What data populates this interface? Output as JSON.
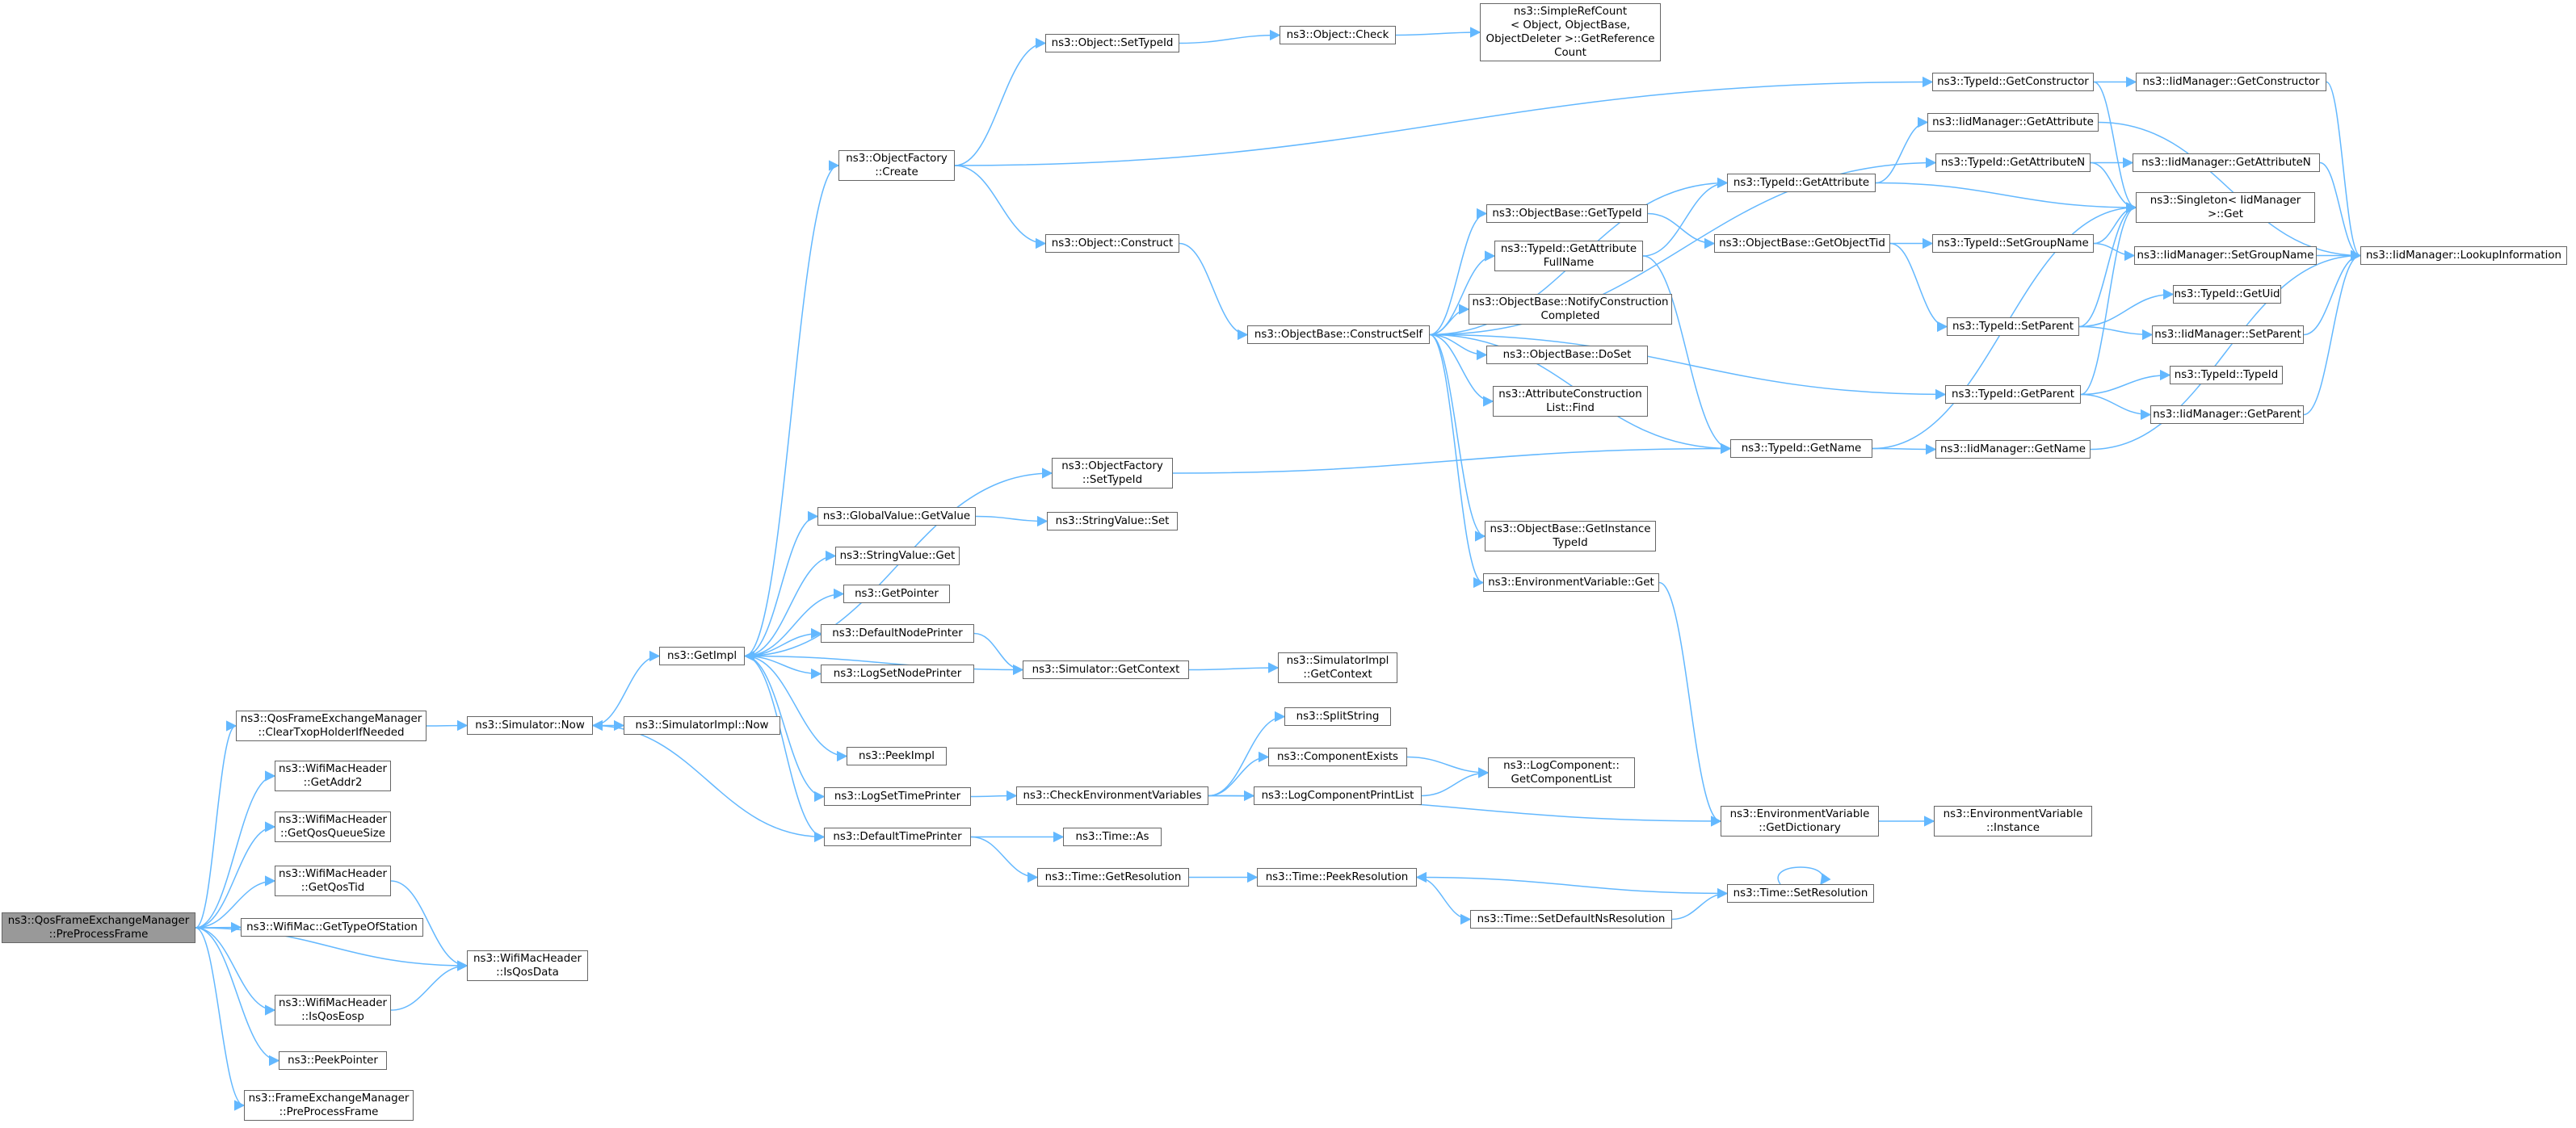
{
  "colors": {
    "edge": "#63b8ff",
    "node_border": "#666666",
    "node_fill": "#ffffff",
    "root_fill": "#999999"
  },
  "nodes": {
    "root": [
      "ns3::QosFrameExchangeManager",
      "::PreProcessFrame"
    ],
    "clearTxop": [
      "ns3::QosFrameExchangeManager",
      "::ClearTxopHolderIfNeeded"
    ],
    "getAddr2": [
      "ns3::WifiMacHeader",
      "::GetAddr2"
    ],
    "getQosQueueSize": [
      "ns3::WifiMacHeader",
      "::GetQosQueueSize"
    ],
    "getQosTid": [
      "ns3::WifiMacHeader",
      "::GetQosTid"
    ],
    "getTypeOfStation": [
      "ns3::WifiMac::GetTypeOfStation"
    ],
    "isQosEosp": [
      "ns3::WifiMacHeader",
      "::IsQosEosp"
    ],
    "peekPointer": [
      "ns3::PeekPointer"
    ],
    "femPreProcess": [
      "ns3::FrameExchangeManager",
      "::PreProcessFrame"
    ],
    "isQosData": [
      "ns3::WifiMacHeader",
      "::IsQosData"
    ],
    "simNow": [
      "ns3::Simulator::Now"
    ],
    "getImpl": [
      "ns3::GetImpl"
    ],
    "simImplNow": [
      "ns3::SimulatorImpl::Now"
    ],
    "objFactoryCreate": [
      "ns3::ObjectFactory",
      "::Create"
    ],
    "objSetTypeId": [
      "ns3::Object::SetTypeId"
    ],
    "objCheck": [
      "ns3::Object::Check"
    ],
    "simpleRefCount": [
      "ns3::SimpleRefCount",
      "< Object, ObjectBase,",
      " ObjectDeleter >::GetReference",
      "Count"
    ],
    "objConstruct": [
      "ns3::Object::Construct"
    ],
    "constructSelf": [
      "ns3::ObjectBase::ConstructSelf"
    ],
    "objFactorySetTypeId": [
      "ns3::ObjectFactory",
      "::SetTypeId"
    ],
    "globalGetValue": [
      "ns3::GlobalValue::GetValue"
    ],
    "stringValueSet": [
      "ns3::StringValue::Set"
    ],
    "stringValueGet": [
      "ns3::StringValue::Get"
    ],
    "getPointer": [
      "ns3::GetPointer"
    ],
    "defaultNodePrinter": [
      "ns3::DefaultNodePrinter"
    ],
    "logSetNodePrinter": [
      "ns3::LogSetNodePrinter"
    ],
    "simGetContext": [
      "ns3::Simulator::GetContext"
    ],
    "simImplGetContext": [
      "ns3::SimulatorImpl",
      "::GetContext"
    ],
    "peekImpl": [
      "ns3::PeekImpl"
    ],
    "logSetTimePrinter": [
      "ns3::LogSetTimePrinter"
    ],
    "checkEnvVars": [
      "ns3::CheckEnvironmentVariables"
    ],
    "defaultTimePrinter": [
      "ns3::DefaultTimePrinter"
    ],
    "splitString": [
      "ns3::SplitString"
    ],
    "componentExists": [
      "ns3::ComponentExists"
    ],
    "logComponentPrintList": [
      "ns3::LogComponentPrintList"
    ],
    "getComponentList": [
      "ns3::LogComponent::",
      "GetComponentList"
    ],
    "timeAs": [
      "ns3::Time::As"
    ],
    "timeGetResolution": [
      "ns3::Time::GetResolution"
    ],
    "timePeekResolution": [
      "ns3::Time::PeekResolution"
    ],
    "setDefaultNsRes": [
      "ns3::Time::SetDefaultNsResolution"
    ],
    "timeSetResolution": [
      "ns3::Time::SetResolution"
    ],
    "envGetDictionary": [
      "ns3::EnvironmentVariable",
      "::GetDictionary"
    ],
    "envInstance": [
      "ns3::EnvironmentVariable",
      "::Instance"
    ],
    "objBaseGetTypeId": [
      "ns3::ObjectBase::GetTypeId"
    ],
    "typeIdGetAttrFullName": [
      "ns3::TypeId::GetAttribute",
      "FullName"
    ],
    "notifyConstruction": [
      "ns3::ObjectBase::NotifyConstruction",
      "Completed"
    ],
    "objBaseDoSet": [
      "ns3::ObjectBase::DoSet"
    ],
    "attrConstructionFind": [
      "ns3::AttributeConstruction",
      "List::Find"
    ],
    "getInstanceTypeId": [
      "ns3::ObjectBase::GetInstance",
      "TypeId"
    ],
    "envGet": [
      "ns3::EnvironmentVariable::Get"
    ],
    "typeIdGetAttribute": [
      "ns3::TypeId::GetAttribute"
    ],
    "getObjectTid": [
      "ns3::ObjectBase::GetObjectTid"
    ],
    "typeIdGetName": [
      "ns3::TypeId::GetName"
    ],
    "typeIdGetConstructor": [
      "ns3::TypeId::GetConstructor"
    ],
    "iidGetConstructor": [
      "ns3::IidManager::GetConstructor"
    ],
    "iidGetAttribute": [
      "ns3::IidManager::GetAttribute"
    ],
    "typeIdGetAttributeN": [
      "ns3::TypeId::GetAttributeN"
    ],
    "iidGetAttributeN": [
      "ns3::IidManager::GetAttributeN"
    ],
    "singletonGet": [
      "ns3::Singleton< IidManager",
      " >::Get"
    ],
    "typeIdSetGroupName": [
      "ns3::TypeId::SetGroupName"
    ],
    "iidSetGroupName": [
      "ns3::IidManager::SetGroupName"
    ],
    "lookupInformation": [
      "ns3::IidManager::LookupInformation"
    ],
    "typeIdGetUid": [
      "ns3::TypeId::GetUid"
    ],
    "typeIdSetParent": [
      "ns3::TypeId::SetParent"
    ],
    "iidSetParent": [
      "ns3::IidManager::SetParent"
    ],
    "typeIdTypeId": [
      "ns3::TypeId::TypeId"
    ],
    "typeIdGetParent": [
      "ns3::TypeId::GetParent"
    ],
    "iidGetParent": [
      "ns3::IidManager::GetParent"
    ],
    "iidGetName": [
      "ns3::IidManager::GetName"
    ]
  },
  "edges": [
    [
      "root",
      "clearTxop"
    ],
    [
      "root",
      "getAddr2"
    ],
    [
      "root",
      "getQosQueueSize"
    ],
    [
      "root",
      "getQosTid"
    ],
    [
      "root",
      "getTypeOfStation"
    ],
    [
      "root",
      "isQosData"
    ],
    [
      "root",
      "isQosEosp"
    ],
    [
      "root",
      "peekPointer"
    ],
    [
      "root",
      "femPreProcess"
    ],
    [
      "clearTxop",
      "simNow"
    ],
    [
      "getQosTid",
      "isQosData"
    ],
    [
      "isQosEosp",
      "isQosData"
    ],
    [
      "simNow",
      "getImpl"
    ],
    [
      "simNow",
      "simImplNow"
    ],
    [
      "getImpl",
      "objFactoryCreate"
    ],
    [
      "getImpl",
      "objFactorySetTypeId"
    ],
    [
      "getImpl",
      "globalGetValue"
    ],
    [
      "getImpl",
      "stringValueGet"
    ],
    [
      "getImpl",
      "getPointer"
    ],
    [
      "getImpl",
      "defaultNodePrinter"
    ],
    [
      "getImpl",
      "logSetNodePrinter"
    ],
    [
      "getImpl",
      "peekImpl"
    ],
    [
      "getImpl",
      "logSetTimePrinter"
    ],
    [
      "getImpl",
      "defaultTimePrinter"
    ],
    [
      "simGetContext",
      "getImpl"
    ],
    [
      "defaultTimePrinter",
      "simNow"
    ],
    [
      "objFactoryCreate",
      "objSetTypeId"
    ],
    [
      "objFactoryCreate",
      "objConstruct"
    ],
    [
      "objFactoryCreate",
      "typeIdGetConstructor"
    ],
    [
      "objSetTypeId",
      "objCheck"
    ],
    [
      "objCheck",
      "simpleRefCount"
    ],
    [
      "objConstruct",
      "constructSelf"
    ],
    [
      "objFactorySetTypeId",
      "typeIdGetName"
    ],
    [
      "globalGetValue",
      "stringValueSet"
    ],
    [
      "defaultNodePrinter",
      "simGetContext"
    ],
    [
      "simGetContext",
      "simImplGetContext"
    ],
    [
      "logSetTimePrinter",
      "checkEnvVars"
    ],
    [
      "checkEnvVars",
      "splitString"
    ],
    [
      "checkEnvVars",
      "componentExists"
    ],
    [
      "checkEnvVars",
      "logComponentPrintList"
    ],
    [
      "checkEnvVars",
      "envGetDictionary"
    ],
    [
      "componentExists",
      "getComponentList"
    ],
    [
      "logComponentPrintList",
      "getComponentList"
    ],
    [
      "defaultTimePrinter",
      "timeAs"
    ],
    [
      "defaultTimePrinter",
      "timeGetResolution"
    ],
    [
      "timeGetResolution",
      "timePeekResolution"
    ],
    [
      "timePeekResolution",
      "setDefaultNsRes"
    ],
    [
      "setDefaultNsRes",
      "timeSetResolution"
    ],
    [
      "timeSetResolution",
      "timePeekResolution"
    ],
    [
      "timeSetResolution",
      "timeSetResolution"
    ],
    [
      "envGetDictionary",
      "envInstance"
    ],
    [
      "constructSelf",
      "objBaseGetTypeId"
    ],
    [
      "constructSelf",
      "typeIdGetAttrFullName"
    ],
    [
      "constructSelf",
      "notifyConstruction"
    ],
    [
      "constructSelf",
      "objBaseDoSet"
    ],
    [
      "constructSelf",
      "attrConstructionFind"
    ],
    [
      "constructSelf",
      "getInstanceTypeId"
    ],
    [
      "constructSelf",
      "envGet"
    ],
    [
      "constructSelf",
      "typeIdGetAttribute"
    ],
    [
      "constructSelf",
      "typeIdGetAttributeN"
    ],
    [
      "constructSelf",
      "typeIdGetName"
    ],
    [
      "constructSelf",
      "typeIdGetParent"
    ],
    [
      "objBaseGetTypeId",
      "getObjectTid"
    ],
    [
      "typeIdGetAttrFullName",
      "typeIdGetAttribute"
    ],
    [
      "typeIdGetAttrFullName",
      "typeIdGetName"
    ],
    [
      "envGet",
      "envGetDictionary"
    ],
    [
      "getObjectTid",
      "typeIdSetGroupName"
    ],
    [
      "getObjectTid",
      "typeIdSetParent"
    ],
    [
      "typeIdGetAttribute",
      "iidGetAttribute"
    ],
    [
      "typeIdGetAttribute",
      "singletonGet"
    ],
    [
      "typeIdGetConstructor",
      "iidGetConstructor"
    ],
    [
      "typeIdGetConstructor",
      "singletonGet"
    ],
    [
      "iidGetConstructor",
      "lookupInformation"
    ],
    [
      "iidGetAttribute",
      "lookupInformation"
    ],
    [
      "typeIdGetAttributeN",
      "iidGetAttributeN"
    ],
    [
      "typeIdGetAttributeN",
      "singletonGet"
    ],
    [
      "iidGetAttributeN",
      "lookupInformation"
    ],
    [
      "typeIdSetGroupName",
      "iidSetGroupName"
    ],
    [
      "typeIdSetGroupName",
      "singletonGet"
    ],
    [
      "iidSetGroupName",
      "lookupInformation"
    ],
    [
      "typeIdSetParent",
      "typeIdGetUid"
    ],
    [
      "typeIdSetParent",
      "iidSetParent"
    ],
    [
      "typeIdSetParent",
      "singletonGet"
    ],
    [
      "iidSetParent",
      "lookupInformation"
    ],
    [
      "typeIdGetParent",
      "typeIdTypeId"
    ],
    [
      "typeIdGetParent",
      "iidGetParent"
    ],
    [
      "typeIdGetParent",
      "singletonGet"
    ],
    [
      "iidGetParent",
      "lookupInformation"
    ],
    [
      "typeIdGetName",
      "iidGetName"
    ],
    [
      "typeIdGetName",
      "singletonGet"
    ],
    [
      "iidGetName",
      "lookupInformation"
    ]
  ]
}
